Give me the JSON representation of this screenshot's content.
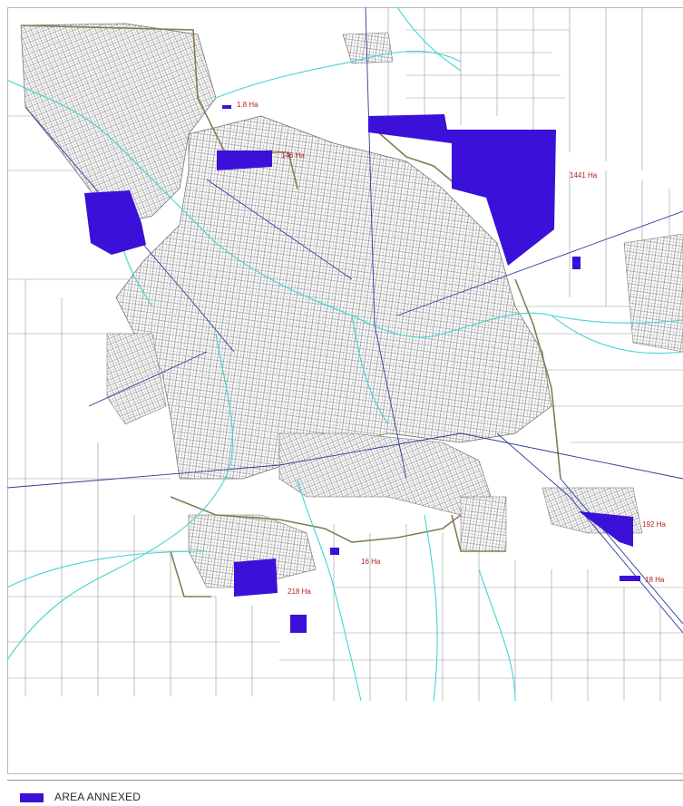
{
  "colors": {
    "annexed": "#3b10d9",
    "rivers": "#3fd5cf",
    "roads": "#2b3d9a",
    "boundary": "#8a7a52",
    "labels": "#b42020",
    "streets": "#6e6e6e"
  },
  "areas": [
    {
      "id": "a1",
      "label": "1.8 Ha"
    },
    {
      "id": "a2",
      "label": "146 Ha"
    },
    {
      "id": "a3",
      "label": "1441 Ha"
    },
    {
      "id": "a4",
      "label": ""
    },
    {
      "id": "a5",
      "label": ""
    },
    {
      "id": "a6",
      "label": "16 Ha"
    },
    {
      "id": "a7",
      "label": "218 Ha"
    },
    {
      "id": "a8",
      "label": "192 Ha"
    },
    {
      "id": "a9",
      "label": "18 Ha"
    }
  ],
  "legend": {
    "label": "AREA ANNEXED"
  }
}
